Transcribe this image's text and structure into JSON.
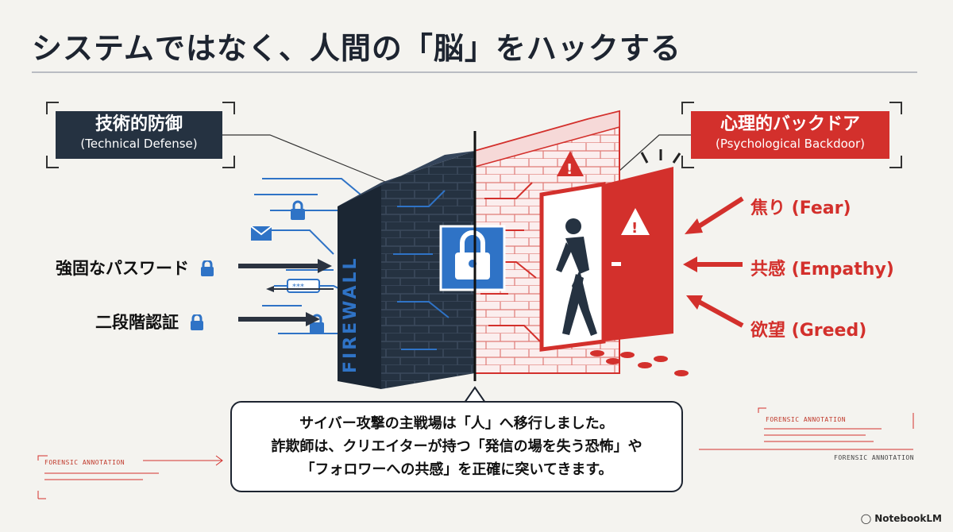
{
  "title": "システムではなく、人間の「脳」をハックする",
  "tech_box": {
    "main": "技術的防御",
    "sub": "(Technical Defense)"
  },
  "psy_box": {
    "main": "心理的バックドア",
    "sub": "(Psychological Backdoor)"
  },
  "left_items": [
    {
      "label": "強固なパスワード",
      "icon": "lock-icon"
    },
    {
      "label": "二段階認証",
      "icon": "lock-icon"
    }
  ],
  "right_items": [
    {
      "label": "焦り (Fear)"
    },
    {
      "label": "共感 (Empathy)"
    },
    {
      "label": "欲望 (Greed)"
    }
  ],
  "wall_text": "FIREWALL",
  "bubble": {
    "line1": "サイバー攻撃の主戦場は「人」へ移行しました。",
    "line2": "詐欺師は、クリエイターが持つ「発信の場を失う恐怖」や",
    "line3": "「フォロワーへの共感」を正確に突いてきます。"
  },
  "annotation_left": "FORENSIC ANNOTATION",
  "annotation_right_top": "FORENSIC ANNOTATION",
  "annotation_right_bottom": "FORENSIC ANNOTATION",
  "brand": "NotebookLM",
  "colors": {
    "navy": "#253241",
    "red": "#d3302c",
    "blue": "#2f73c6",
    "bg": "#f4f3ef"
  }
}
